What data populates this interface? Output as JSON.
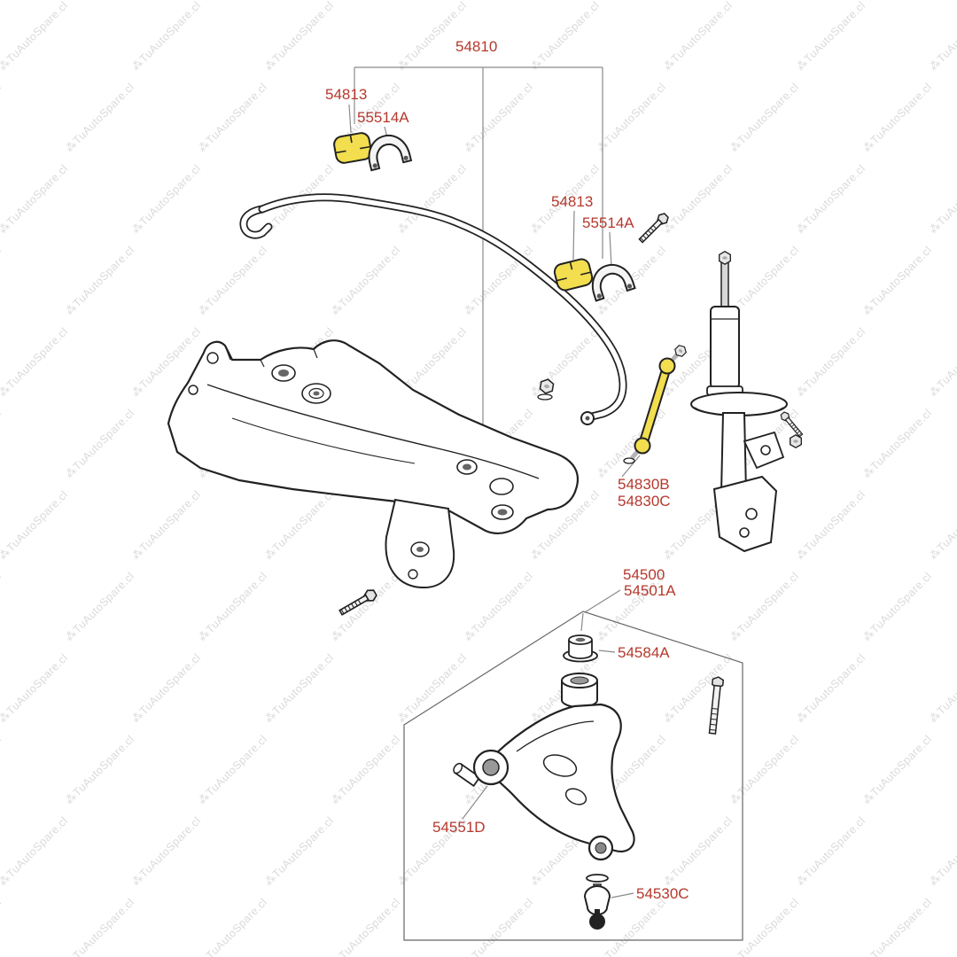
{
  "watermark": {
    "text": "TuAutoSpare.cl",
    "prefix": "⁂",
    "color": "#dadada"
  },
  "colors": {
    "label": "#b5382d",
    "highlight": "#f2de4e",
    "line": "#2b2b2b"
  },
  "labels": {
    "l54810": "54810",
    "l54813_a": "54813",
    "l55514a_a": "55514A",
    "l54813_b": "54813",
    "l55514a_b": "55514A",
    "l54830b": "54830B",
    "l54830c": "54830C",
    "l54500": "54500",
    "l54501a": "54501A",
    "l54584a": "54584A",
    "l54551d": "54551D",
    "l54530c": "54530C"
  }
}
